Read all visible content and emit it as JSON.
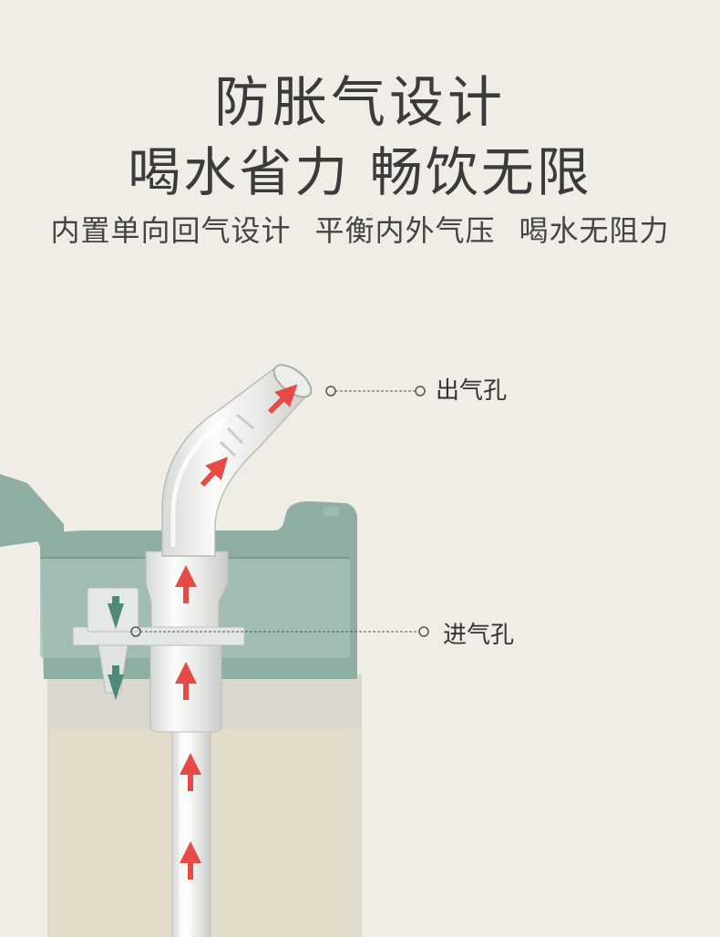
{
  "headline": {
    "line1": "防胀气设计",
    "line2": "喝水省力  畅饮无限"
  },
  "subtitle": {
    "part1": "内置单向回气设计",
    "part2": "平衡内外气压",
    "part3": "喝水无阻力"
  },
  "callouts": {
    "outlet": "出气孔",
    "inlet": "进气孔"
  },
  "colors": {
    "background": "#f0ede7",
    "lid_green": "#8eaea2",
    "arrow_red": "#e84a45",
    "arrow_green": "#4f8a78",
    "bottle_beige": "#e4dccb",
    "text": "#3b3b3b"
  }
}
